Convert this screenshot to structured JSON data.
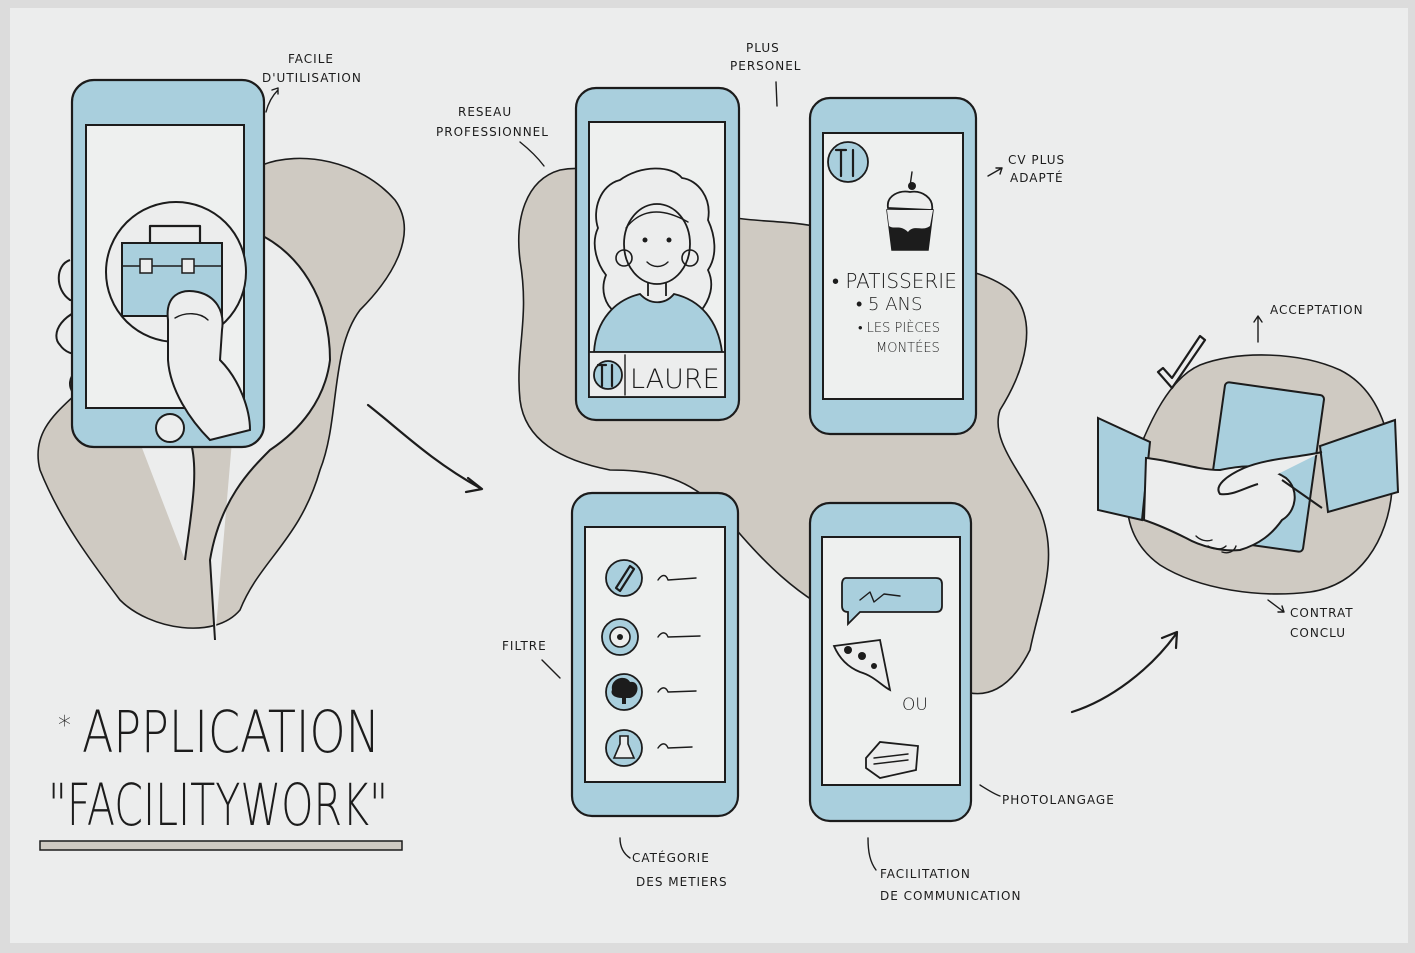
{
  "colors": {
    "paper": "#eceded",
    "blue": "#a9cfdd",
    "wood": "#cfcac2",
    "ink": "#1c1c1c"
  },
  "title": {
    "star": "*",
    "line1": "APPLICATION",
    "line2": "\"FACILITYWORK\""
  },
  "annotations": {
    "facile": [
      "FACILE",
      "D'UTILISATION"
    ],
    "plus_perso": [
      "PLUS",
      "PERSONEL"
    ],
    "reseau": [
      "RESEAU",
      "PROFESSIONNEL"
    ],
    "cv": [
      "CV PLUS",
      "ADAPTÉ"
    ],
    "acceptation": "ACCEPTATION",
    "contrat": [
      "CONTRAT",
      "CONCLU"
    ],
    "filtre": "FILTRE",
    "photolangage": "PHOTOLANGAGE",
    "categorie": [
      "CATÉGORIE",
      "DES METIERS"
    ],
    "facilitation": [
      "FACILITATION",
      "DE COMMUNICATION"
    ]
  },
  "profile": {
    "name": "LAURE"
  },
  "cv": {
    "items": [
      "• PATISSERIE",
      "• 5 ANS",
      "• LES PIÈCES",
      "MONTÉES"
    ]
  },
  "chat": {
    "or": "OU"
  },
  "icons": [
    "toolbox-icon",
    "chef-icon",
    "cupcake-icon",
    "pencil-icon",
    "ball-icon",
    "tree-icon",
    "flask-icon",
    "pizza-icon",
    "tile-icon",
    "checkmark-icon",
    "handshake-icon"
  ]
}
